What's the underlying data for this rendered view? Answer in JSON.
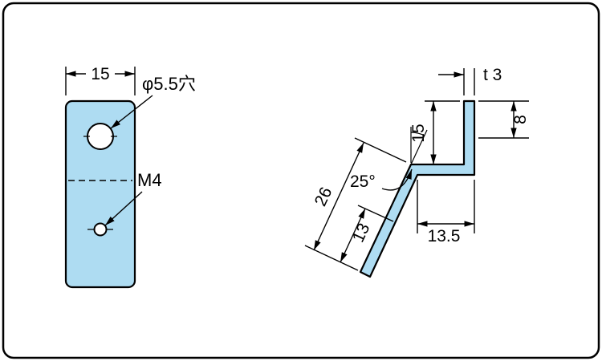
{
  "drawing": {
    "colors": {
      "part_fill": "#aedcf2",
      "outline": "#000000",
      "background": "#ffffff"
    },
    "front_view": {
      "width_dim": "15",
      "hole_label": "φ5.5穴",
      "thread_label": "M4"
    },
    "side_view": {
      "thickness_dim": "t 3",
      "hole_height_dim": "8",
      "leg_height_dim": "15",
      "angle_dim": "25°",
      "slant_length_dim": "26",
      "slant_lower_dim": "13",
      "depth_dim": "13.5"
    }
  }
}
